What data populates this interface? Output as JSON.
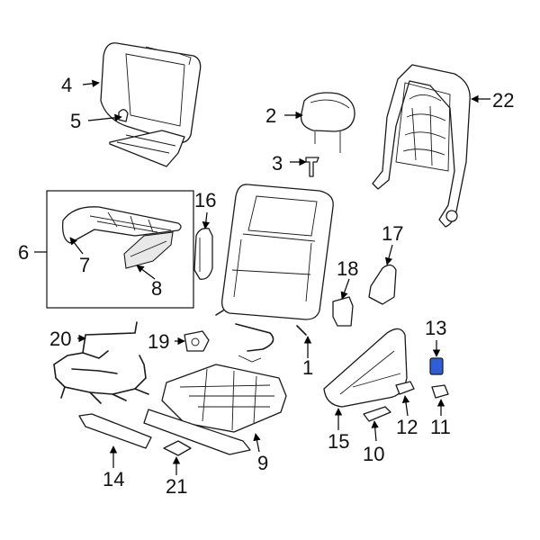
{
  "callouts": [
    "1",
    "2",
    "3",
    "4",
    "5",
    "6",
    "7",
    "8",
    "9",
    "10",
    "11",
    "12",
    "13",
    "14",
    "15",
    "16",
    "17",
    "18",
    "19",
    "20",
    "21",
    "22"
  ],
  "highlight_color": "#2f5fd6",
  "highlighted_part": "13"
}
